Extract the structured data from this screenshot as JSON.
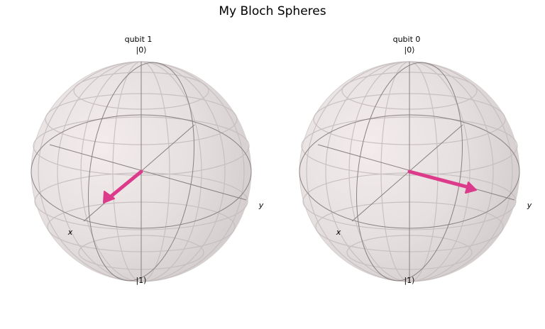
{
  "figure": {
    "title": "My Bloch Spheres",
    "vector_color": "#dc3a8a"
  },
  "spheres": [
    {
      "title": "qubit 1",
      "top_label": "|0⟩",
      "bottom_label": "|1⟩",
      "x_label": "x",
      "y_label": "y",
      "vector_direction": "toward +x"
    },
    {
      "title": "qubit 0",
      "top_label": "|0⟩",
      "bottom_label": "|1⟩",
      "x_label": "x",
      "y_label": "y",
      "vector_direction": "toward +y"
    }
  ]
}
